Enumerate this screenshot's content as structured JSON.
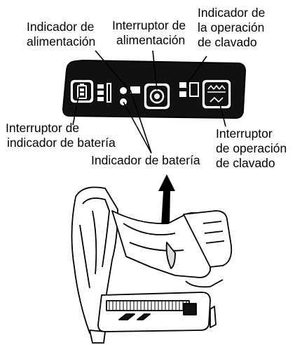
{
  "labels": {
    "power_indicator": [
      "Indicador de",
      "alimentación"
    ],
    "power_switch": [
      "Interruptor de",
      "alimentación"
    ],
    "nailing_op_indicator": [
      "Indicador de",
      "la operación",
      "de clavado"
    ],
    "battery_indicator_switch": [
      "Interruptor de",
      "indicador de batería"
    ],
    "battery_indicator": [
      "Indicador de batería"
    ],
    "nailing_op_switch": [
      "Interruptor",
      "de operación",
      "de clavado"
    ]
  },
  "colors": {
    "ink": "#000000",
    "background": "#ffffff",
    "panel": "#111111"
  },
  "icons": [
    "battery-icon",
    "power-icon",
    "nail-mode-icon",
    "arrow-icon"
  ]
}
